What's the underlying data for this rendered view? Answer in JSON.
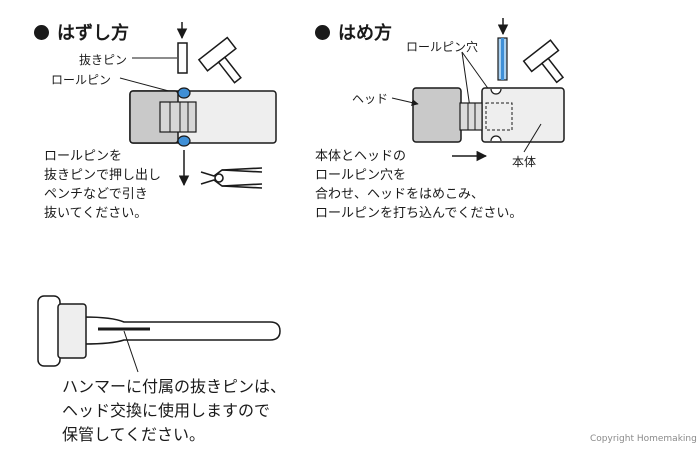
{
  "colors": {
    "ink": "#1a1a1a",
    "pin_blue": "#3f8fd6",
    "pin_light_blue": "#a8d0f0",
    "head_gray": "#c9c9c9",
    "body_gray": "#eeeeee"
  },
  "removal": {
    "title": "はずし方",
    "pin_punch_label": "抜きピン",
    "roll_pin_label": "ロールピン",
    "instructions": [
      "ロールピンを",
      "抜きピンで押し出し",
      "ペンチなどで引き",
      "抜いてください。"
    ],
    "icons": [
      "hammer-icon",
      "pliers-icon"
    ]
  },
  "fitting": {
    "title": "はめ方",
    "roll_pin_hole_label": "ロールピン穴",
    "head_label": "ヘッド",
    "body_label": "本体",
    "instructions": [
      "本体とヘッドの",
      "ロールピン穴を",
      "合わせ、ヘッドをはめこみ、",
      "ロールピンを打ち込んでください。"
    ],
    "icons": [
      "hammer-icon"
    ]
  },
  "storage": {
    "note": [
      "ハンマーに付属の抜きピンは、",
      "ヘッド交換に使用しますので",
      "保管してください。"
    ]
  },
  "copyright": "Copyright Homemaking"
}
